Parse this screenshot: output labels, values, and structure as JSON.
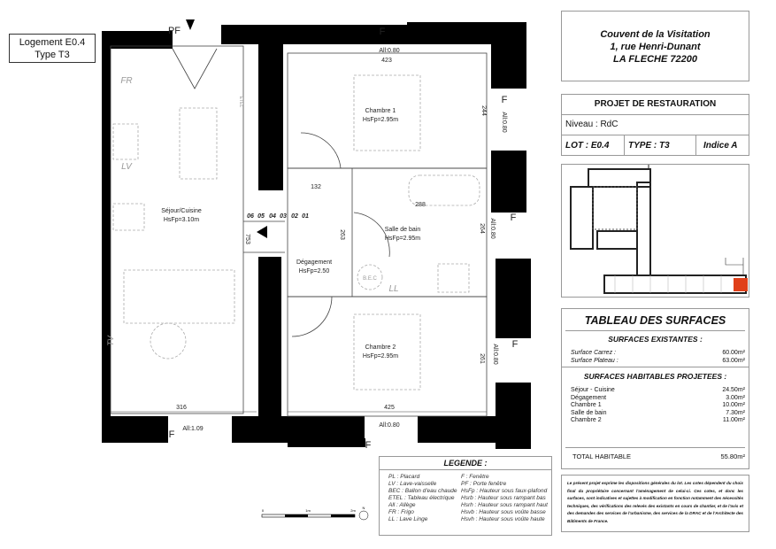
{
  "logement": {
    "line1": "Logement E0.4",
    "line2": "Type T3"
  },
  "plan": {
    "openings": {
      "pf": "PF",
      "f": "F"
    },
    "rooms": {
      "sejour": {
        "name": "Séjour/Cuisine",
        "height": "HsFp=3.10m"
      },
      "chambre1": {
        "name": "Chambre 1",
        "height": "HsFp=2.95m"
      },
      "sdb": {
        "name": "Salle de bain",
        "height": "HsFp=2.95m"
      },
      "degagement": {
        "name": "Dégagement",
        "height": "HsFp=2.50"
      },
      "chambre2": {
        "name": "Chambre 2",
        "height": "HsFp=2.95m"
      }
    },
    "fixtures": {
      "fr": "FR",
      "lv": "LV",
      "tv": "TV",
      "bec": "B.E.C",
      "ll": "LL",
      "etel": "ETEL"
    },
    "stairs": [
      "06",
      "05",
      "04",
      "03",
      "02",
      "01"
    ],
    "dims": {
      "d423": "423",
      "d244": "244",
      "d132": "132",
      "d288": "288",
      "d753": "753",
      "d263": "263",
      "d264": "264",
      "d261": "261",
      "d316": "316",
      "d425": "425"
    },
    "allege": {
      "top": "All:0.80",
      "right1": "All:0.80",
      "right2": "All:0.80",
      "right3": "All:0.80",
      "bottom1": "All:1.09",
      "bottom2": "All:0.80"
    }
  },
  "scale": {
    "s0": "0",
    "s1": "1m",
    "s2": "2m",
    "north": "N"
  },
  "legend": {
    "title": "LEGENDE :",
    "left": [
      "PL : Placard",
      "LV : Lave-vaisselle",
      "BEC : Ballon d'eau chaude",
      "ETEL : Tableau électrique",
      "All : Allège",
      "FR : Frigo",
      "LL : Lave Linge"
    ],
    "right": [
      "F : Fenêtre",
      "PF : Porte fenêtre",
      "HsFp : Hauteur sous faux-plafond",
      "Hsrb : Hauteur sous rampant bas",
      "Hsrh : Hauteur sous rampant haut",
      "Hsvb : Hauteur sous voûte basse",
      "Hsvh : Hauteur sous voûte haute"
    ]
  },
  "address": {
    "line1": "Couvent de la Visitation",
    "line2": "1, rue Henri-Dunant",
    "line3": "LA FLECHE 72200"
  },
  "projet": {
    "title": "PROJET DE RESTAURATION",
    "niveau": "Niveau : RdC",
    "lot": "LOT :  E0.4",
    "type": "TYPE :   T3",
    "indice": "Indice A"
  },
  "site_plan": {
    "highlight_color": "#e0401a"
  },
  "surfaces": {
    "title": "TABLEAU DES SURFACES",
    "existantes_title": "SURFACES EXISTANTES :",
    "existantes": [
      {
        "label": "Surface Carrez :",
        "value": "60.00m²"
      },
      {
        "label": "Surface Plateau :",
        "value": "63.00m²"
      }
    ],
    "projetees_title": "SURFACES HABITABLES PROJETEES :",
    "projetees": [
      {
        "label": "Séjour - Cuisine",
        "value": "24.50m²"
      },
      {
        "label": "Dégagement",
        "value": "3.00m²"
      },
      {
        "label": "Chambre 1",
        "value": "10.00m²"
      },
      {
        "label": "Salle de bain",
        "value": "7.30m²"
      },
      {
        "label": "Chambre 2",
        "value": "11.00m²"
      }
    ],
    "total_label": "TOTAL HABITABLE",
    "total_value": "55.80m²"
  },
  "note": "Le présent projet exprime les dispositions générales du lot. Les cotes dépendent du choix final du propriétaire concernant l'aménagement de celui-ci. Ces cotes, et donc les surfaces, sont indicatives et sujettes à modification en fonction notamment des nécessités techniques, des vérifications des relevés des existants en cours de chantier, et de l'avis et des demandes des services de l'urbanisme, des services de la DRAC et de l'Architecte des Bâtiments de France."
}
